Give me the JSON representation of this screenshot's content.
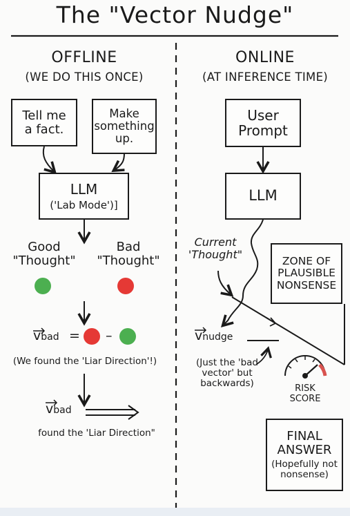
{
  "title": "The \"Vector Nudge\"",
  "left": {
    "heading": "OFFLINE",
    "subheading": "(WE DO THIS ONCE)",
    "box_fact": "Tell me a fact.",
    "box_makeup": "Make something up.",
    "box_llm_title": "LLM",
    "box_llm_sub": "('Lab Mode')]",
    "good_label": "Good \"Thought\"",
    "bad_label": "Bad \"Thought\"",
    "good_color": "#4caf50",
    "bad_color": "#e53935",
    "equation_var": "v",
    "equation_sub": "bad",
    "equation_eq": "=",
    "equation_minus": "–",
    "found_note": "(We found the 'Liar Direction'!)",
    "vbad_var": "v",
    "vbad_sub": "bad",
    "found_caption": "found the 'Liar Direction\""
  },
  "right": {
    "heading": "ONLINE",
    "subheading": "(AT INFERENCE TIME)",
    "box_prompt": "User Prompt",
    "box_llm": "LLM",
    "current_thought": "Current 'Thought\"",
    "zone_box": "ZONE OF PLAUSIBLE NONSENSE",
    "nudge_var": "v",
    "nudge_sub": "nudge",
    "nudge_note": "(Just the 'bad vector' but backwards)",
    "risk_label": "RISK SCORE",
    "risk_accent": "#d9534f",
    "final_title": "FINAL ANSWER",
    "final_sub": "(Hopefully not nonsense)"
  },
  "icons": {
    "vector_arrow": "right-arrow-over-letter",
    "gauge": "speedometer-gauge-icon"
  }
}
